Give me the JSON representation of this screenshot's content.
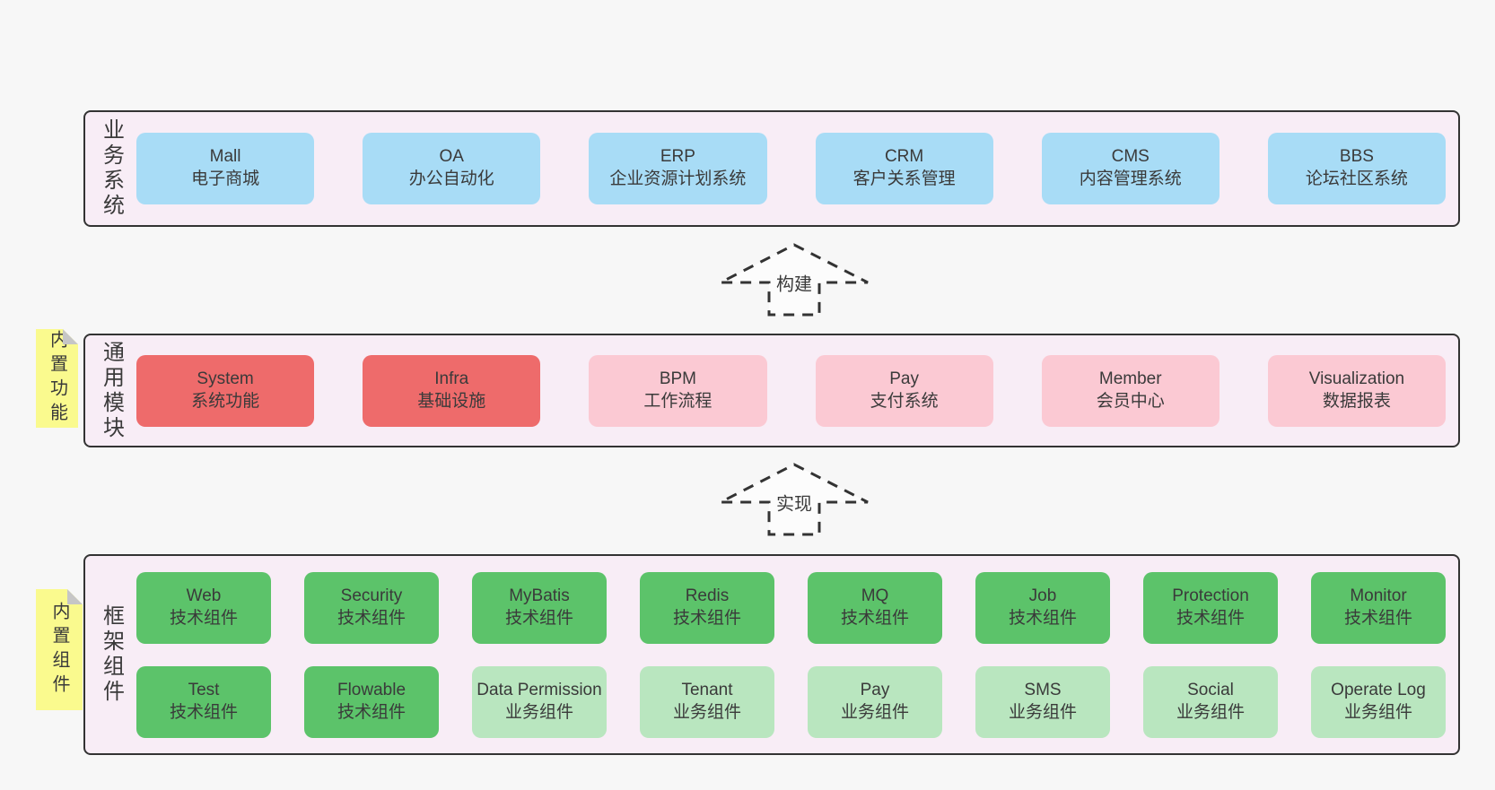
{
  "layers": {
    "business": {
      "label": "业务系统",
      "boxes": [
        {
          "name": "Mall",
          "desc": "电子商城"
        },
        {
          "name": "OA",
          "desc": "办公自动化"
        },
        {
          "name": "ERP",
          "desc": "企业资源计划系统"
        },
        {
          "name": "CRM",
          "desc": "客户关系管理"
        },
        {
          "name": "CMS",
          "desc": "内容管理系统"
        },
        {
          "name": "BBS",
          "desc": "论坛社区系统"
        }
      ]
    },
    "modules": {
      "label": "通用模块",
      "sticky": "内置功能",
      "boxes": [
        {
          "name": "System",
          "desc": "系统功能"
        },
        {
          "name": "Infra",
          "desc": "基础设施"
        },
        {
          "name": "BPM",
          "desc": "工作流程"
        },
        {
          "name": "Pay",
          "desc": "支付系统"
        },
        {
          "name": "Member",
          "desc": "会员中心"
        },
        {
          "name": "Visualization",
          "desc": "数据报表"
        }
      ]
    },
    "components": {
      "label": "框架组件",
      "sticky": "内置组件",
      "row1": [
        {
          "name": "Web",
          "desc": "技术组件"
        },
        {
          "name": "Security",
          "desc": "技术组件"
        },
        {
          "name": "MyBatis",
          "desc": "技术组件"
        },
        {
          "name": "Redis",
          "desc": "技术组件"
        },
        {
          "name": "MQ",
          "desc": "技术组件"
        },
        {
          "name": "Job",
          "desc": "技术组件"
        },
        {
          "name": "Protection",
          "desc": "技术组件"
        },
        {
          "name": "Monitor",
          "desc": "技术组件"
        }
      ],
      "row2": [
        {
          "name": "Test",
          "desc": "技术组件"
        },
        {
          "name": "Flowable",
          "desc": "技术组件"
        },
        {
          "name": "Data Permission",
          "desc": "业务组件"
        },
        {
          "name": "Tenant",
          "desc": "业务组件"
        },
        {
          "name": "Pay",
          "desc": "业务组件"
        },
        {
          "name": "SMS",
          "desc": "业务组件"
        },
        {
          "name": "Social",
          "desc": "业务组件"
        },
        {
          "name": "Operate Log",
          "desc": "业务组件"
        }
      ]
    }
  },
  "arrows": {
    "build": "构建",
    "implement": "实现"
  },
  "colors": {
    "page_bg": "#f7f7f7",
    "layer_bg": "#f8edf6",
    "layer_border": "#333333",
    "business_box": "#a8dcf6",
    "core_module_box": "#ee6b6b",
    "module_box": "#fbc9d3",
    "tech_component_box": "#5cc36a",
    "biz_component_box": "#b9e6bf",
    "sticky_note": "#fafa8e",
    "sticky_fold": "#c6c6c6",
    "text": "#3a3a3a"
  }
}
